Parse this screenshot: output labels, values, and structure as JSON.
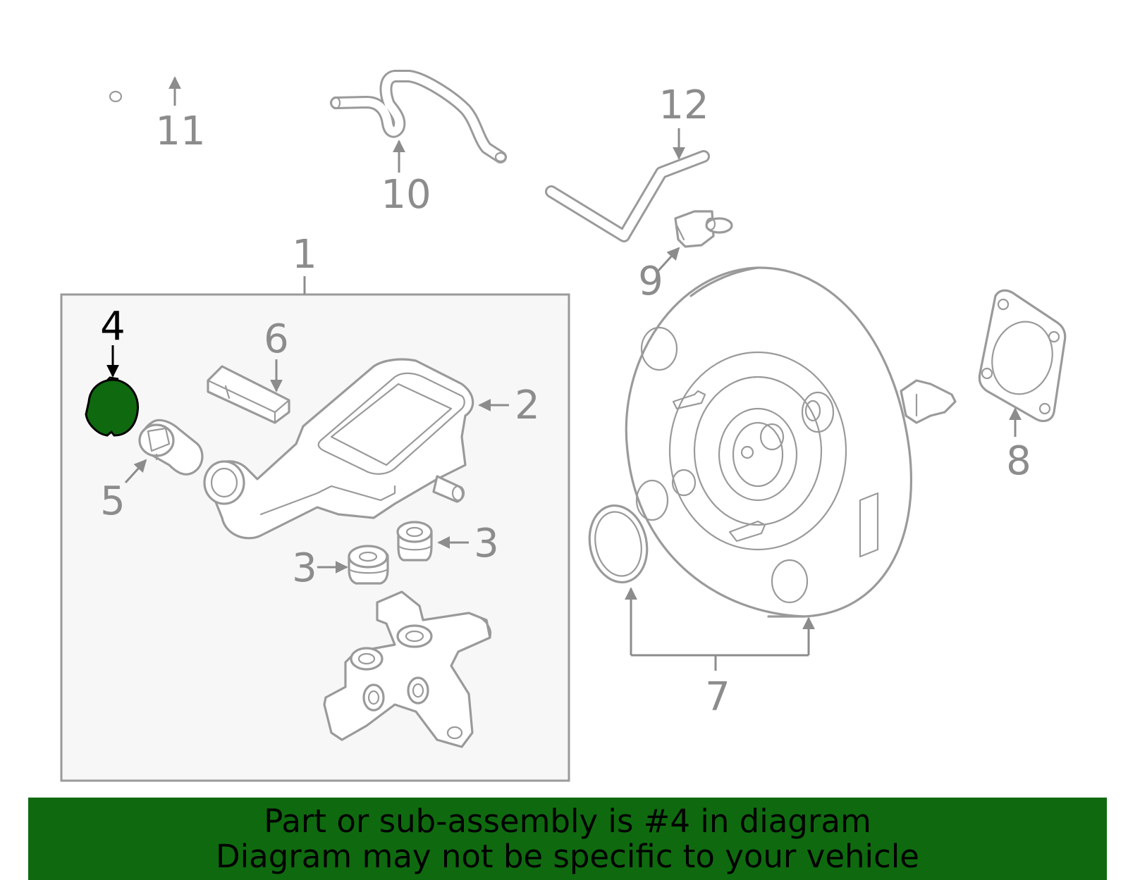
{
  "diagram": {
    "callouts": {
      "c1": "1",
      "c2": "2",
      "c3a": "3",
      "c3b": "3",
      "c4": "4",
      "c5": "5",
      "c6": "6",
      "c7": "7",
      "c8": "8",
      "c9": "9",
      "c10": "10",
      "c11": "11",
      "c12": "12"
    },
    "highlight_part": "4",
    "highlight_color": "#0f6a0f",
    "line_color": "#9a9a9a"
  },
  "banner": {
    "line1": "Part or sub-assembly is #4 in diagram",
    "line2": "Diagram may not be specific to your vehicle",
    "background": "#0f6a0f"
  }
}
